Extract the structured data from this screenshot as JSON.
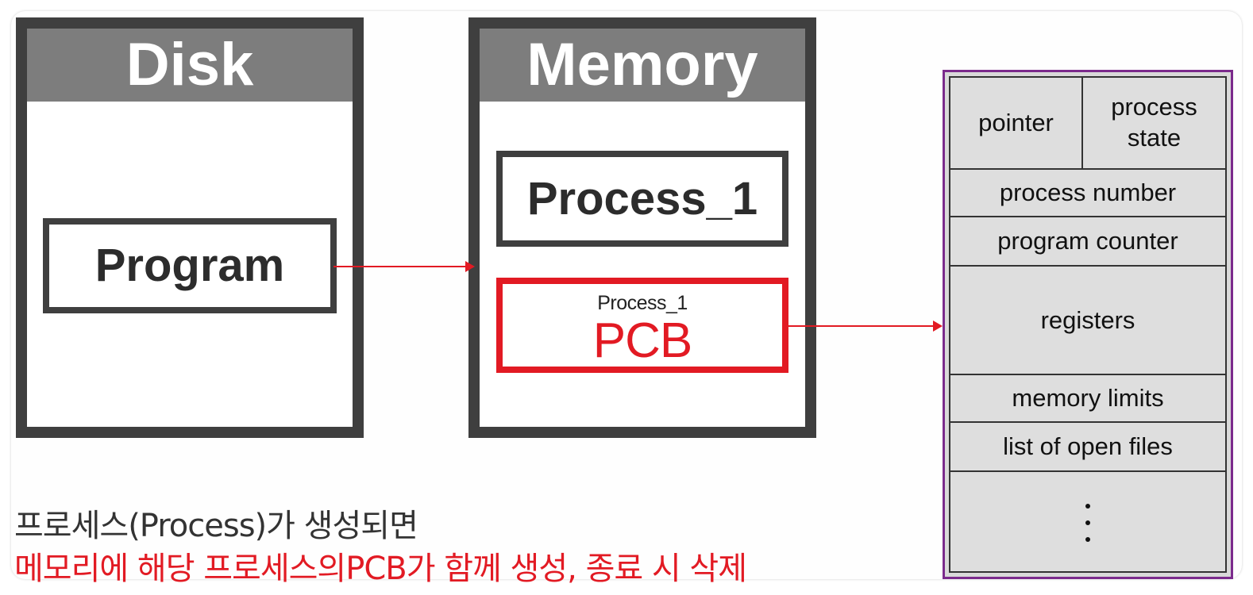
{
  "disk": {
    "title": "Disk",
    "program": "Program"
  },
  "memory": {
    "title": "Memory",
    "process": "Process_1",
    "pcb_process": "Process_1",
    "pcb_label": "PCB"
  },
  "pcb_table": {
    "pointer": "pointer",
    "process_state": "process state",
    "rows": [
      "process number",
      "program counter",
      "registers",
      "memory limits",
      "list of open files"
    ]
  },
  "caption": {
    "line1": "프로세스(Process)가 생성되면",
    "line2": "메모리에 해당 프로세스의PCB가 함께 생성, 종료 시 삭제"
  },
  "colors": {
    "accent": "#e21a23",
    "box_border": "#3f3f3f",
    "header_fill": "#7d7d7d",
    "table_border": "#7b2a8c"
  }
}
